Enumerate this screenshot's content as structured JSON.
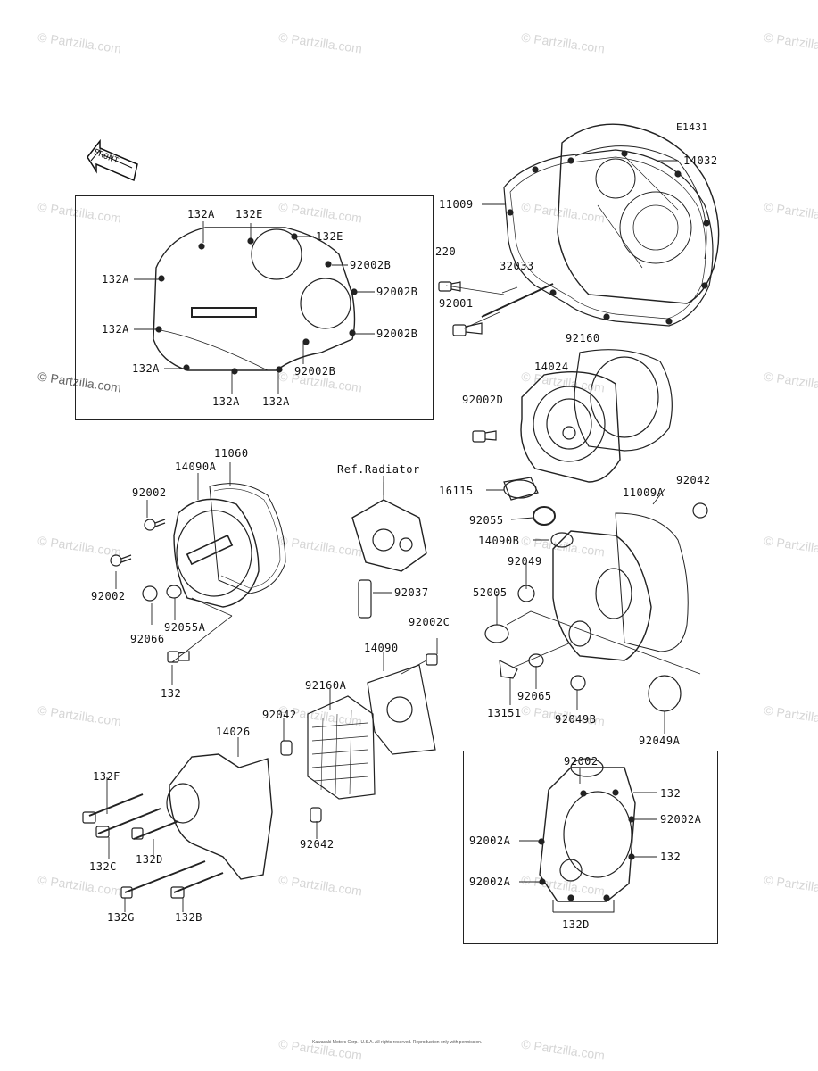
{
  "diagram_code": "E1431",
  "front_label": "FRONT",
  "ref_label": "Ref.Radiator",
  "watermark": "© Partzilla.com",
  "copyright": "Kawasaki Motors Corp., U.S.A. All rights reserved. Reproduction only with permission.",
  "labels": [
    {
      "id": "l-14032",
      "text": "14032"
    },
    {
      "id": "l-11009",
      "text": "11009"
    },
    {
      "id": "l-220",
      "text": "220"
    },
    {
      "id": "l-32033",
      "text": "32033"
    },
    {
      "id": "l-92001",
      "text": "92001"
    },
    {
      "id": "l-92160",
      "text": "92160"
    },
    {
      "id": "l-14024",
      "text": "14024"
    },
    {
      "id": "l-92002D",
      "text": "92002D"
    },
    {
      "id": "l-132A-1",
      "text": "132A"
    },
    {
      "id": "l-132E-1",
      "text": "132E"
    },
    {
      "id": "l-132E-2",
      "text": "132E"
    },
    {
      "id": "l-92002B-1",
      "text": "92002B"
    },
    {
      "id": "l-132A-2",
      "text": "132A"
    },
    {
      "id": "l-92002B-2",
      "text": "92002B"
    },
    {
      "id": "l-132A-3",
      "text": "132A"
    },
    {
      "id": "l-92002B-3",
      "text": "92002B"
    },
    {
      "id": "l-132A-4",
      "text": "132A"
    },
    {
      "id": "l-92002B-4",
      "text": "92002B"
    },
    {
      "id": "l-132A-5",
      "text": "132A"
    },
    {
      "id": "l-132A-6",
      "text": "132A"
    },
    {
      "id": "l-11060",
      "text": "11060"
    },
    {
      "id": "l-14090A",
      "text": "14090A"
    },
    {
      "id": "l-92002-1",
      "text": "92002"
    },
    {
      "id": "l-92002-2",
      "text": "92002"
    },
    {
      "id": "l-92066",
      "text": "92066"
    },
    {
      "id": "l-92055A",
      "text": "92055A"
    },
    {
      "id": "l-132-1",
      "text": "132"
    },
    {
      "id": "l-92037",
      "text": "92037"
    },
    {
      "id": "l-16115",
      "text": "16115"
    },
    {
      "id": "l-92055",
      "text": "92055"
    },
    {
      "id": "l-11009A",
      "text": "11009A"
    },
    {
      "id": "l-92042-1",
      "text": "92042"
    },
    {
      "id": "l-14090B",
      "text": "14090B"
    },
    {
      "id": "l-92049",
      "text": "92049"
    },
    {
      "id": "l-52005",
      "text": "52005"
    },
    {
      "id": "l-92002C",
      "text": "92002C"
    },
    {
      "id": "l-14090",
      "text": "14090"
    },
    {
      "id": "l-92160A",
      "text": "92160A"
    },
    {
      "id": "l-92042-2",
      "text": "92042"
    },
    {
      "id": "l-14026",
      "text": "14026"
    },
    {
      "id": "l-13151",
      "text": "13151"
    },
    {
      "id": "l-92065",
      "text": "92065"
    },
    {
      "id": "l-92049B",
      "text": "92049B"
    },
    {
      "id": "l-92049A",
      "text": "92049A"
    },
    {
      "id": "l-132F",
      "text": "132F"
    },
    {
      "id": "l-132C",
      "text": "132C"
    },
    {
      "id": "l-132D-1",
      "text": "132D"
    },
    {
      "id": "l-92042-3",
      "text": "92042"
    },
    {
      "id": "l-132G",
      "text": "132G"
    },
    {
      "id": "l-132B",
      "text": "132B"
    },
    {
      "id": "l-92002-3",
      "text": "92002"
    },
    {
      "id": "l-132-2",
      "text": "132"
    },
    {
      "id": "l-92002A-1",
      "text": "92002A"
    },
    {
      "id": "l-92002A-2",
      "text": "92002A"
    },
    {
      "id": "l-132-3",
      "text": "132"
    },
    {
      "id": "l-92002A-3",
      "text": "92002A"
    },
    {
      "id": "l-132D-2",
      "text": "132D"
    }
  ]
}
